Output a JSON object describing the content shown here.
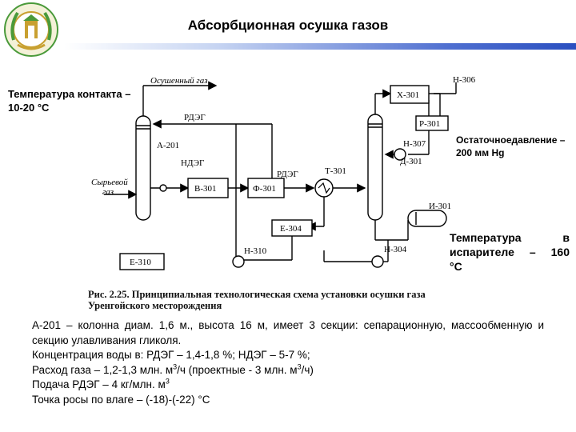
{
  "title": "Абсорбционная осушка газов",
  "colors": {
    "title_bar_accent": "#2a4fc0",
    "logo_green": "#4a9a3a",
    "logo_gold": "#c8a030"
  },
  "notes": {
    "left": "Температура контакта – 10-20 °С",
    "right_top": "Остаточноедавление – 200 мм Hg",
    "right_bottom_line1": "Температура в испарителе – 160",
    "right_bottom_line2": "°С"
  },
  "diagram": {
    "dried_gas": "Осушенный газ",
    "raw_gas_1": "Сырьевой",
    "raw_gas_2": "газ",
    "rdeg_1": "РДЭГ",
    "ndeg": "НДЭГ",
    "rdeg_2": "РДЭГ",
    "a201": "А-201",
    "v301": "В-301",
    "f301": "Ф-301",
    "t301": "Т-301",
    "e304": "Е-304",
    "e310": "Е-310",
    "n310": "Н-310",
    "x301": "Х-301",
    "r301": "Р-301",
    "n306": "Н-306",
    "n307": "Н-307",
    "d301": "Д-301",
    "i301": "И-301",
    "n304": "Н-304"
  },
  "caption": "Рис. 2.25. Принципиальная технологическая схема установки осушки газа Уренгойского месторождения",
  "body": {
    "line1": "А-201 – колонна диам. 1,6 м., высота 16 м, имеет 3 секции: сепарационную, массообменную и секцию улавливания гликоля.",
    "line2": "Концентрация воды в: РДЭГ – 1,4-1,8 %; НДЭГ – 5-7 %;",
    "line3_a": "Расход газа – 1,2-1,3 млн. м",
    "line3_b": "/ч (проектные - 3 млн. м",
    "line3_c": "/ч)",
    "line4_a": "Подача РДЭГ – 4 кг/млн. м",
    "line5": "Точка росы по влаге – (-18)-(-22) °С",
    "sup3": "3"
  }
}
